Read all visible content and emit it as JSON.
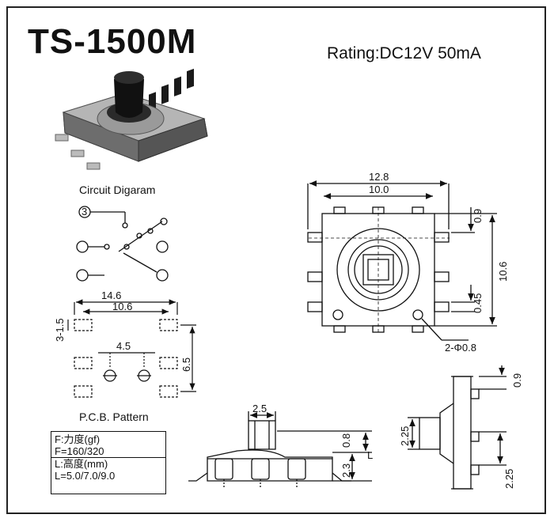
{
  "title": "TS-1500M",
  "rating": "Rating:DC12V 50mA",
  "circuit_label": "Circuit Digaram",
  "circuit_terminal": "3",
  "pcb_label": "P.C.B. Pattern",
  "spec": {
    "force_label": "F:力度(gf)",
    "force_value": "F=160/320",
    "height_label": "L:高度(mm)",
    "height_value": "L=5.0/7.0/9.0"
  },
  "dimensions": {
    "top_width_outer": "12.8",
    "top_width_inner": "10.0",
    "top_pad_offset": "0.9",
    "top_height": "10.6",
    "top_pitch": "0.45",
    "holes": "2-Φ0.8",
    "pcb_width_outer": "14.6",
    "pcb_width_inner": "10.6",
    "pcb_side": "3-1.5",
    "pcb_hole_pitch": "4.5",
    "pcb_height": "6.5",
    "front_stem": "2.5",
    "front_top": "0.8",
    "front_body": "2.3",
    "front_L": "L",
    "side_top": "0.9",
    "side_stem": "2.25",
    "side_pitch": "2.25"
  },
  "colors": {
    "line": "#111111",
    "body": "#6b6b6b",
    "dark": "#1a1a1a"
  }
}
